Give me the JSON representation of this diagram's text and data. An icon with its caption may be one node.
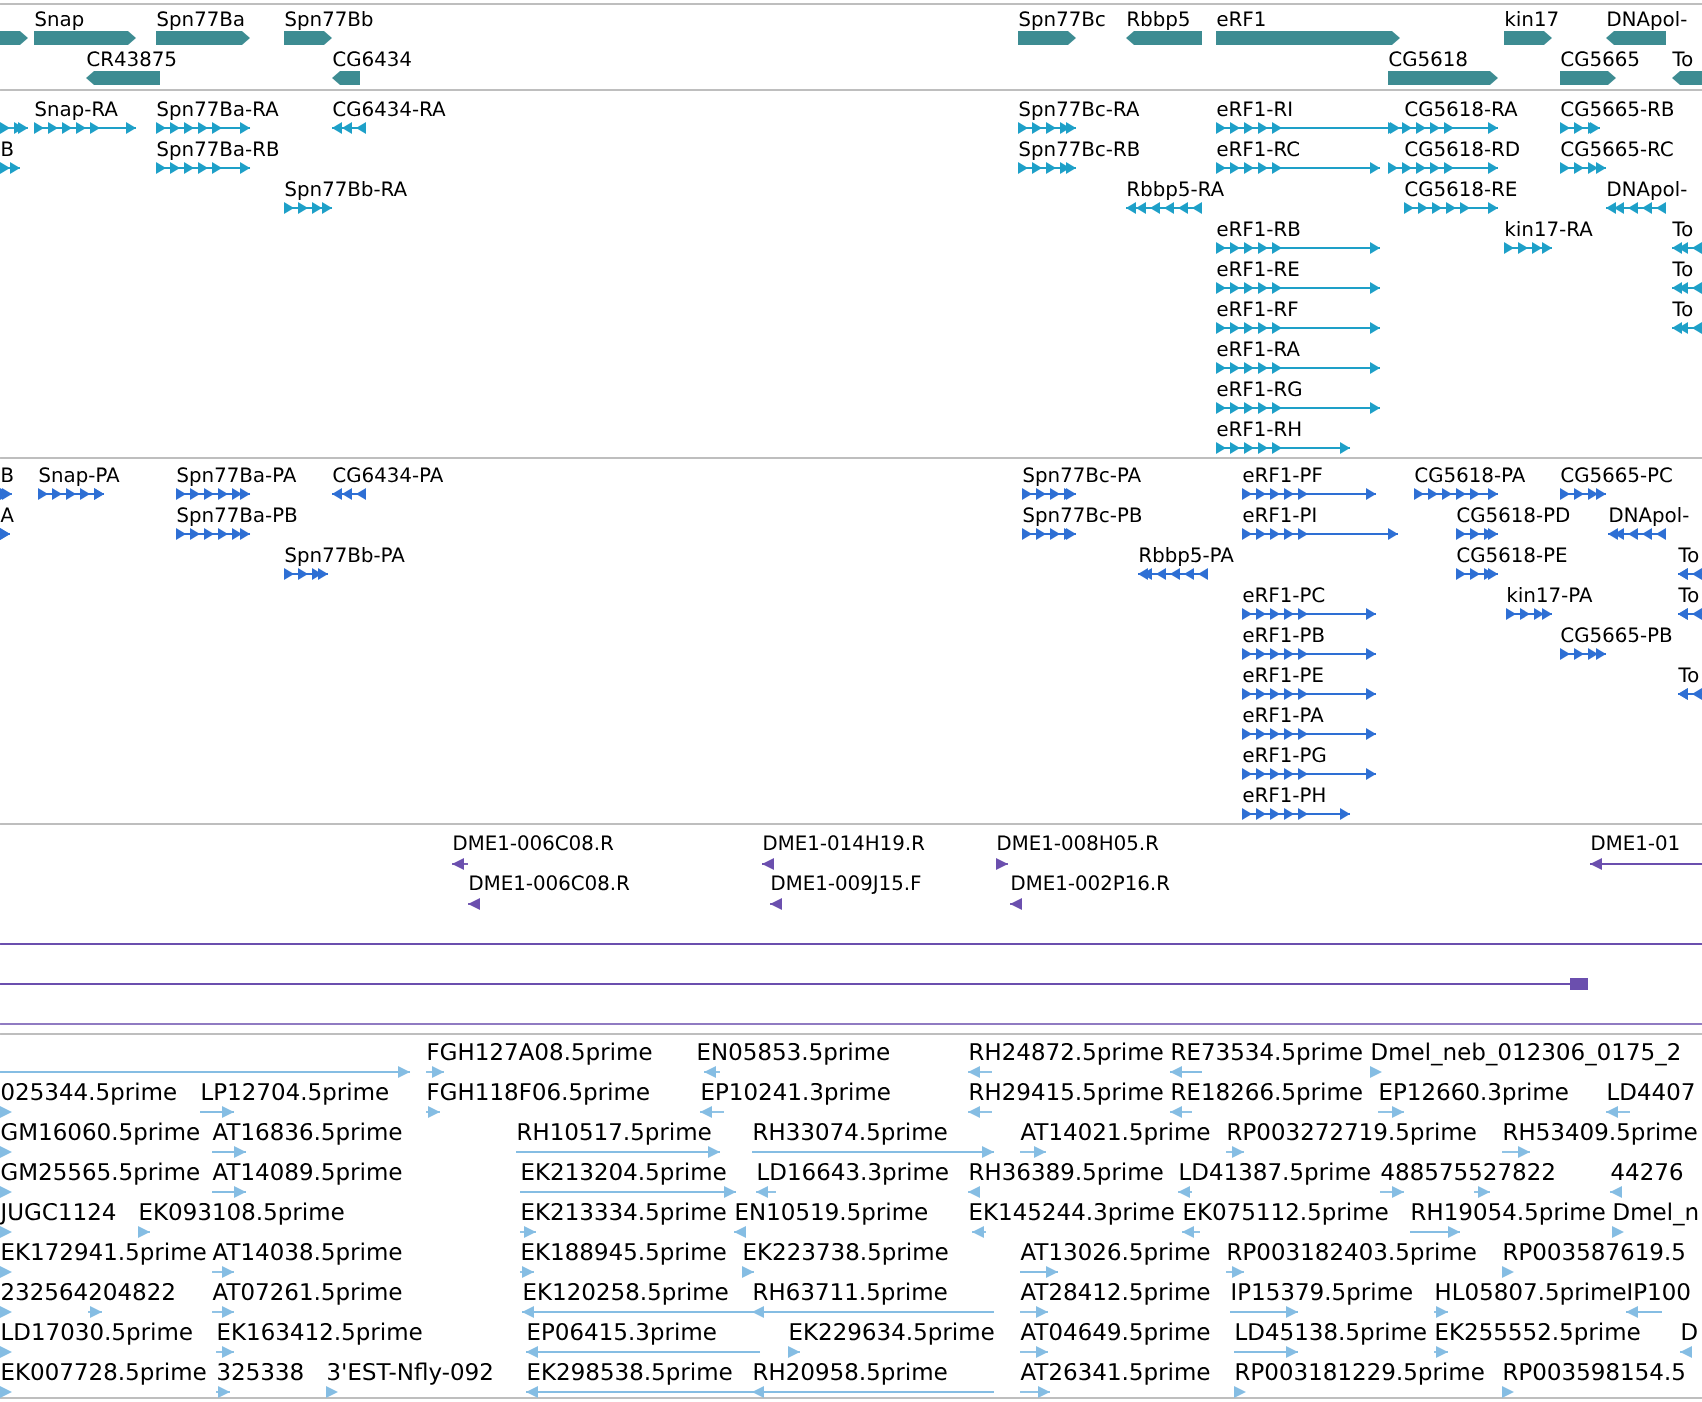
{
  "diagram": {
    "labels": [
      "Snap",
      "Spn77Ba",
      "Spn77Bb",
      "Spn77Bc",
      "Rbbp5",
      "eRF1",
      "kin17",
      "DNApol-",
      "CR43875",
      "CG6434",
      "CG5618",
      "CG5665",
      "To",
      "Snap-RA",
      "Spn77Ba-RA",
      "CG6434-RA",
      "Spn77Bc-RA",
      "eRF1-RI",
      "CG5618-RA",
      "CG5665-RB",
      "B",
      "Spn77Ba-RB",
      "Spn77Bc-RB",
      "eRF1-RC",
      "CG5618-RD",
      "CG5665-RC",
      "Spn77Bb-RA",
      "Rbbp5-RA",
      "CG5618-RE",
      "DNApol-",
      "eRF1-RB",
      "kin17-RA",
      "To",
      "eRF1-RE",
      "To",
      "eRF1-RF",
      "To",
      "eRF1-RA",
      "eRF1-RG",
      "eRF1-RH",
      "B",
      "Snap-PA",
      "Spn77Ba-PA",
      "CG6434-PA",
      "Spn77Bc-PA",
      "eRF1-PF",
      "CG5618-PA",
      "CG5665-PC",
      "A",
      "Spn77Ba-PB",
      "Spn77Bc-PB",
      "eRF1-PI",
      "CG5618-PD",
      "DNApol-",
      "Spn77Bb-PA",
      "Rbbp5-PA",
      "CG5618-PE",
      "To",
      "eRF1-PC",
      "kin17-PA",
      "To",
      "eRF1-PB",
      "CG5665-PB",
      "eRF1-PE",
      "To",
      "eRF1-PA",
      "eRF1-PG",
      "eRF1-PH",
      "DME1-006C08.R",
      "DME1-014H19.R",
      "DME1-008H05.R",
      "DME1-01",
      "DME1-006C08.R",
      "DME1-009J15.F",
      "DME1-002P16.R",
      "FGH127A08.5prime",
      "EN05853.5prime",
      "RH24872.5prime",
      "RE73534.5prime",
      "Dmel_neb_012306_0175_2",
      "025344.5prime",
      "LP12704.5prime",
      "FGH118F06.5prime",
      "EP10241.3prime",
      "RH29415.5prime",
      "RE18266.5prime",
      "EP12660.3prime",
      "LD4407",
      "GM16060.5prime",
      "AT16836.5prime",
      "RH10517.5prime",
      "RH33074.5prime",
      "AT14021.5prime",
      "RP003272719.5prime",
      "RH53409.5prime",
      "GM25565.5prime",
      "AT14089.5prime",
      "EK213204.5prime",
      "LD16643.3prime",
      "RH36389.5prime",
      "LD41387.5prime",
      "488575527822",
      "44276",
      "JUGC1124",
      "EK093108.5prime",
      "EK213334.5prime",
      "EN10519.5prime",
      "EK145244.3prime",
      "EK075112.5prime",
      "RH19054.5prime",
      "Dmel_n",
      "EK172941.5prime",
      "AT14038.5prime",
      "EK188945.5prime",
      "EK223738.5prime",
      "AT13026.5prime",
      "RP003182403.5prime",
      "RP003587619.5",
      "232564204822",
      "AT07261.5prime",
      "EK120258.5prime",
      "RH63711.5prime",
      "AT28412.5prime",
      "IP15379.5prime",
      "HL05807.5prime",
      "IP100",
      "LD17030.5prime",
      "EK163412.5prime",
      "EP06415.3prime",
      "EK229634.5prime",
      "AT04649.5prime",
      "LD45138.5prime",
      "EK255552.5prime",
      "D",
      "EK007728.5prime",
      "325338",
      "3'EST-Nfly-092",
      "EK298538.5prime",
      "RH20958.5prime",
      "AT26341.5prime",
      "RP003181229.5prime",
      "RP003598154.5"
    ]
  }
}
